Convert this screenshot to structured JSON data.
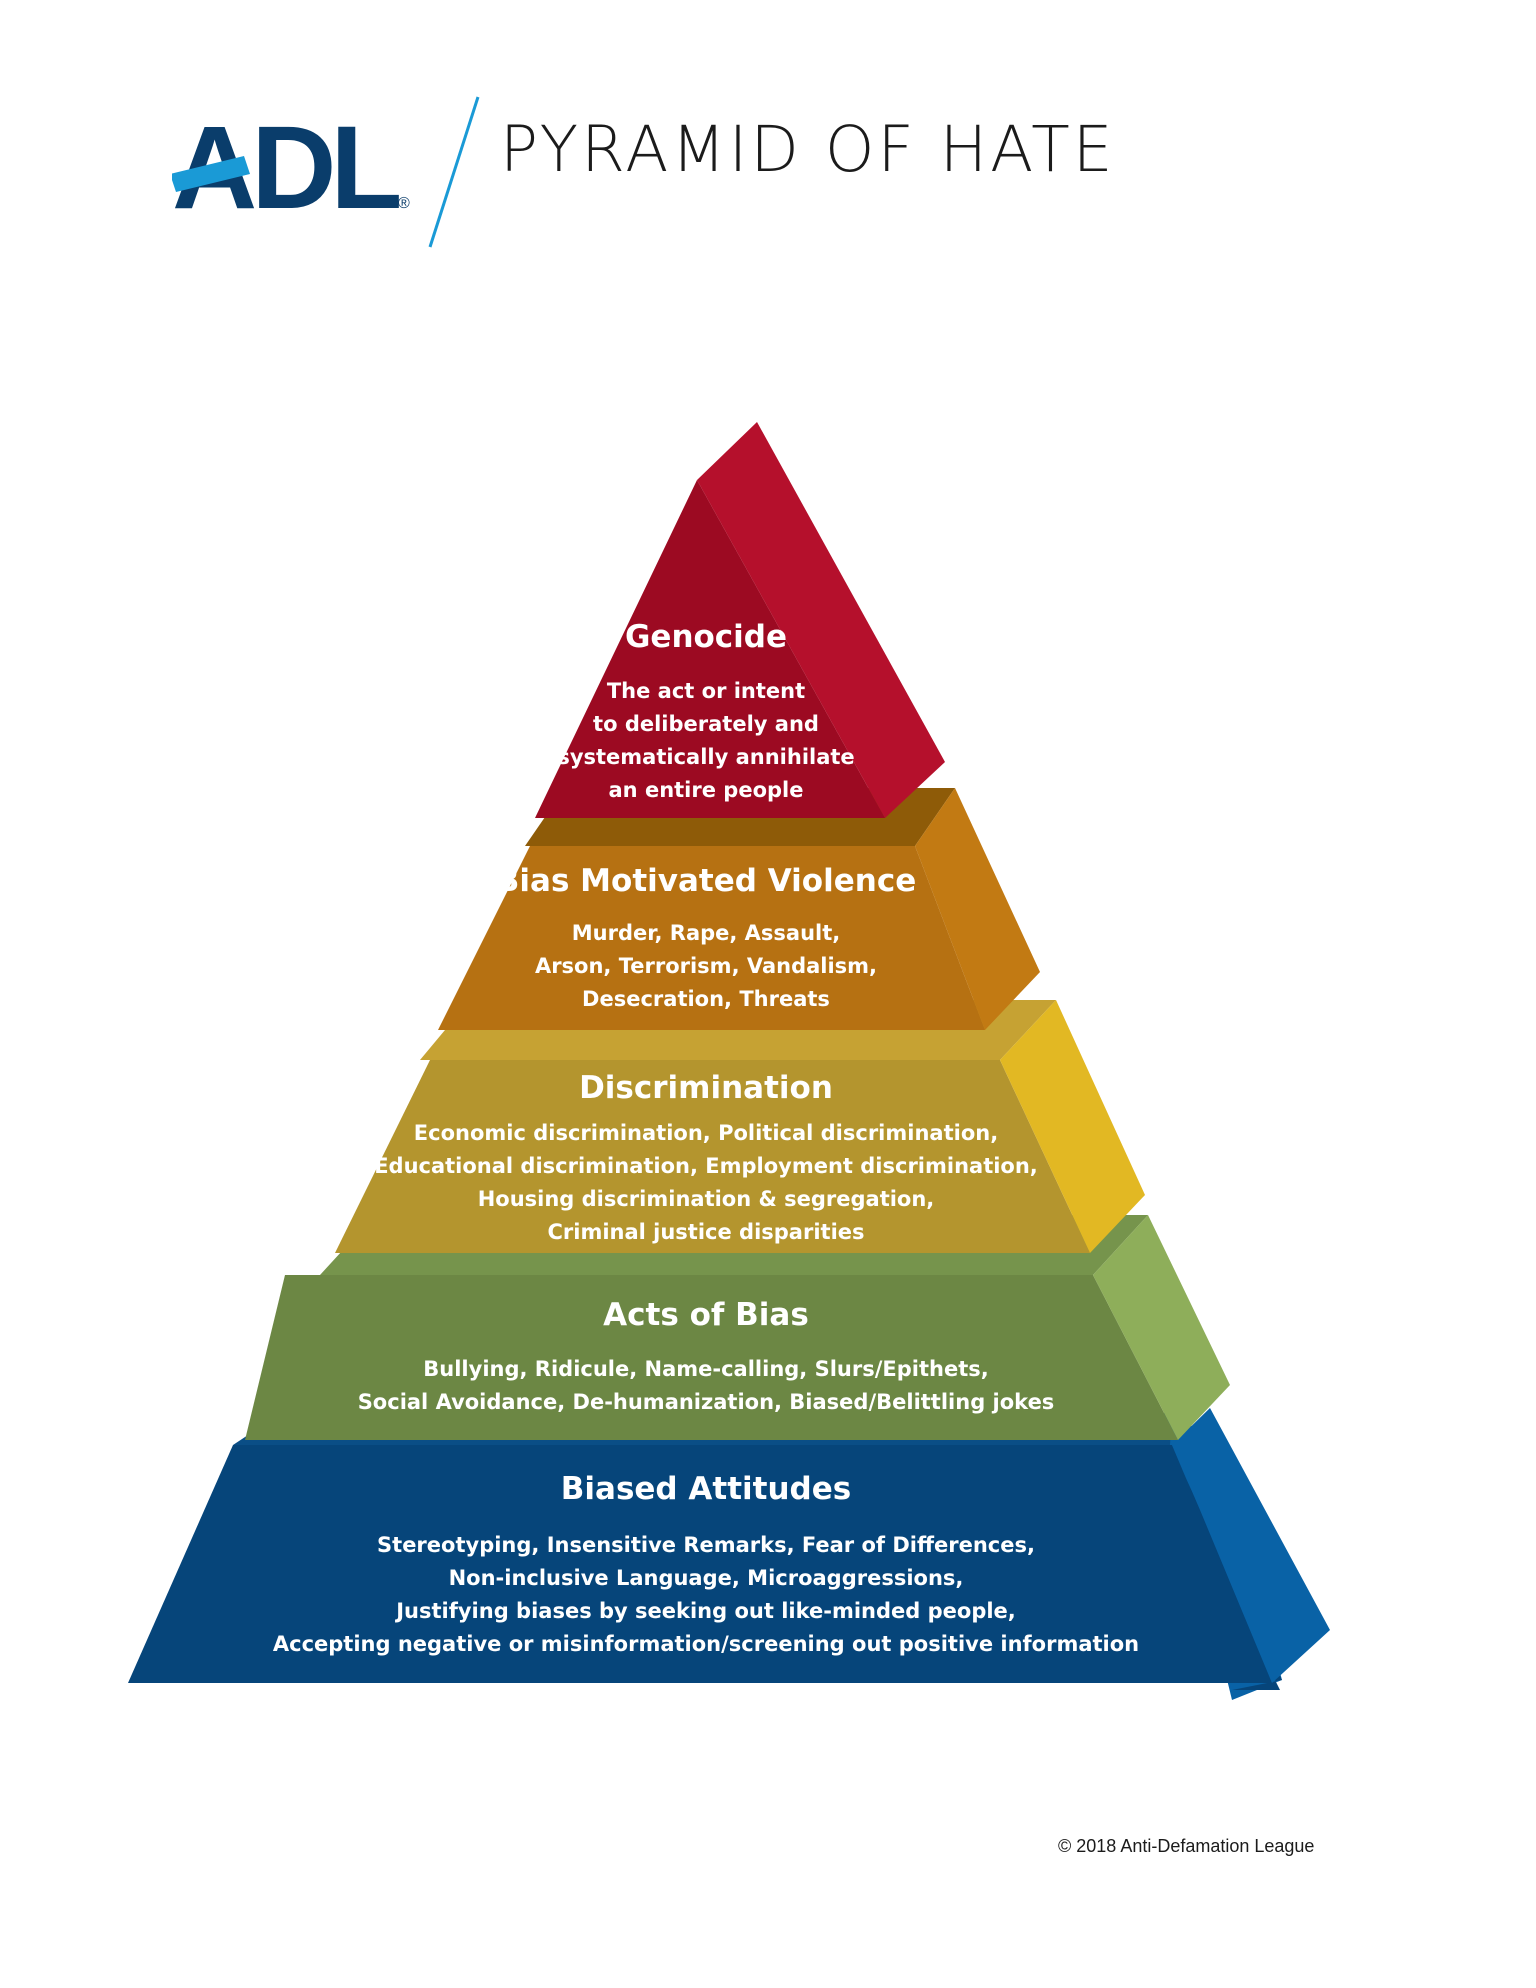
{
  "brand": {
    "logo_text": "ADL",
    "registered_mark": "®",
    "title": "PYRAMID OF HATE",
    "logo_color": "#0a3d6b",
    "accent_color": "#1a9ad6"
  },
  "levels": [
    {
      "id": "genocide",
      "title": "Genocide",
      "description": [
        "The act or intent",
        "to deliberately and",
        "systematically annihilate",
        "an entire people"
      ],
      "front_color": "#9c0a22",
      "side_color": "#b5102c",
      "top_color": "#7d081b"
    },
    {
      "id": "bias-motivated-violence",
      "title": "Bias Motivated Violence",
      "description": [
        "Murder, Rape, Assault,",
        "Arson, Terrorism, Vandalism,",
        "Desecration, Threats"
      ],
      "front_color": "#b67112",
      "side_color": "#c27a13",
      "top_color": "#8e5b08"
    },
    {
      "id": "discrimination",
      "title": "Discrimination",
      "description": [
        "Economic discrimination, Political discrimination,",
        "Educational discrimination, Employment discrimination,",
        "Housing discrimination & segregation,",
        "Criminal justice disparities"
      ],
      "front_color": "#b4952e",
      "side_color": "#e2b823",
      "top_color": "#c6a233"
    },
    {
      "id": "acts-of-bias",
      "title": "Acts of Bias",
      "description": [
        "Bullying, Ridicule, Name-calling, Slurs/Epithets,",
        "Social Avoidance, De-humanization, Biased/Belittling jokes"
      ],
      "front_color": "#6c8744",
      "side_color": "#8eae5a",
      "top_color": "#76944c"
    },
    {
      "id": "biased-attitudes",
      "title": "Biased Attitudes",
      "description": [
        "Stereotyping, Insensitive Remarks, Fear of Differences,",
        "Non-inclusive Language, Microaggressions,",
        "Justifying biases by seeking out like-minded people,",
        "Accepting negative or misinformation/screening out positive information"
      ],
      "front_color": "#06457a",
      "side_color": "#0962a6",
      "top_color": "#0a4e86"
    }
  ],
  "footer": {
    "copyright": "© 2018 Anti-Defamation League"
  }
}
